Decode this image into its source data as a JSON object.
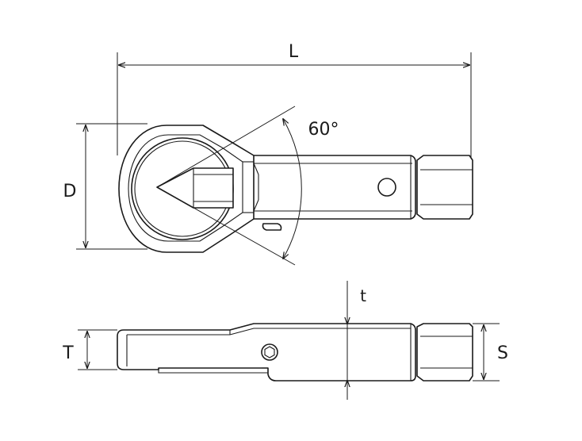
{
  "labels": {
    "length": "L",
    "diameter": "D",
    "angle": "60°",
    "thickness_head": "T",
    "thickness_body": "t",
    "hex_size": "S"
  },
  "colors": {
    "line": "#1a1a1a",
    "background": "#ffffff"
  }
}
